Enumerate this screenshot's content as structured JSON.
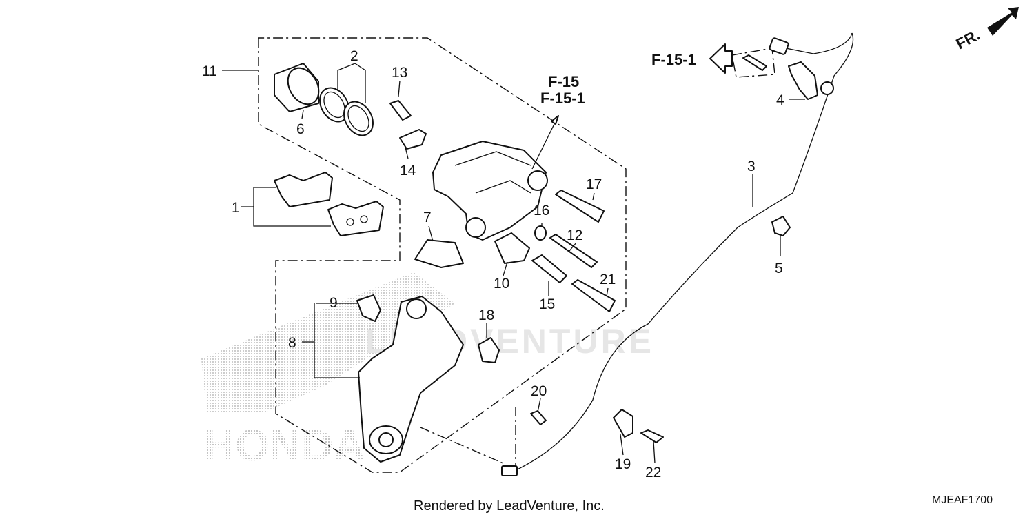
{
  "diagram": {
    "callouts": [
      "1",
      "2",
      "3",
      "4",
      "5",
      "6",
      "7",
      "8",
      "9",
      "10",
      "11",
      "12",
      "13",
      "14",
      "15",
      "16",
      "17",
      "18",
      "19",
      "20",
      "21",
      "22"
    ],
    "references": {
      "caliper_ref_1": "F-15",
      "caliper_ref_2": "F-15-1",
      "sensor_ref": "F-15-1"
    },
    "direction_label": "FR.",
    "watermark_brand": "HONDA",
    "watermark_dealer": "LEADVENTURE",
    "footer_credit": "Rendered by LeadVenture, Inc.",
    "diagram_code": "MJEAF1700"
  }
}
